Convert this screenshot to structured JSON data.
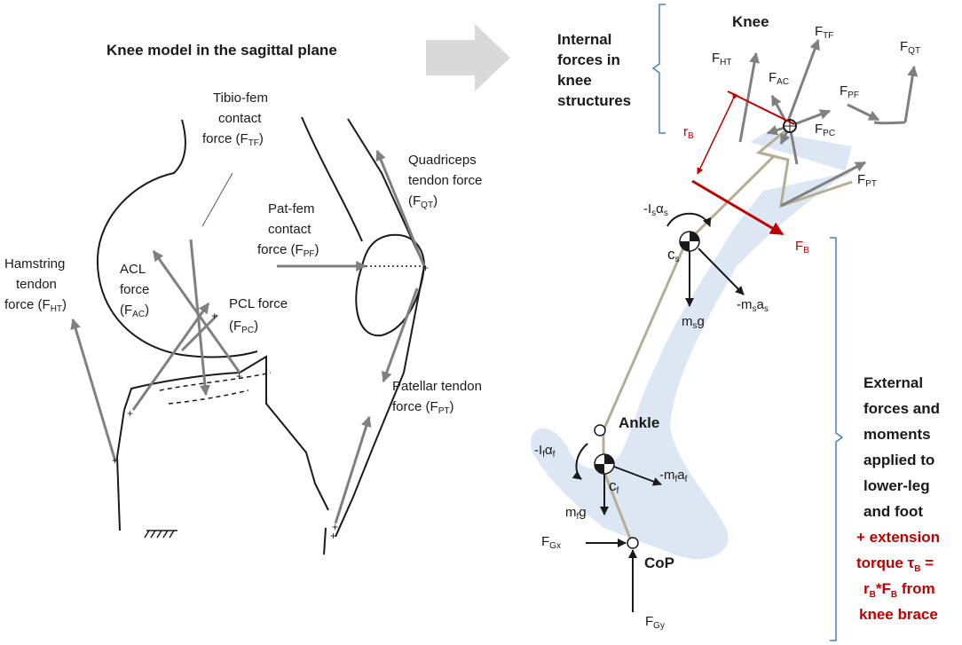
{
  "colors": {
    "red": "#c00000",
    "gray": "#808080",
    "blue": "#4a7fc1",
    "leg": "#dde7f3",
    "axis": "#b5ae95"
  },
  "left": {
    "title": "Knee model in the sagittal plane",
    "tf": {
      "l1": "Tibio-fem",
      "l2": "contact",
      "l3": "force (F",
      "sub": "TF",
      "close": ")"
    },
    "qt": {
      "l1": "Quadriceps",
      "l2": "tendon force",
      "l3": "(F",
      "sub": "QT",
      "close": ")"
    },
    "pf": {
      "l1": "Pat-fem",
      "l2": "contact",
      "l3": "force (F",
      "sub": "PF",
      "close": ")"
    },
    "ht": {
      "l1": "Hamstring",
      "l2": "tendon",
      "l3": "force (F",
      "sub": "HT",
      "close": ")"
    },
    "acl": {
      "l1": "ACL",
      "l2": "force",
      "l3": "(F",
      "sub": "AC",
      "close": ")"
    },
    "pcl": {
      "l1": "PCL force",
      "l3": "(F",
      "sub": "PC",
      "close": ")"
    },
    "pt": {
      "l1": "Patellar tendon",
      "l3": "force (F",
      "sub": "PT",
      "close": ")"
    }
  },
  "right": {
    "internal": [
      "Internal",
      "forces in",
      "knee",
      "structures"
    ],
    "knee": "Knee",
    "ankle": "Ankle",
    "cop": "CoP",
    "external": [
      "External",
      "forces and",
      "moments",
      "applied to",
      "lower-leg",
      "and foot"
    ],
    "brace": {
      "l1": "+ extension",
      "l2a": "torque τ",
      "l2sub": "B",
      "l2b": " =",
      "l3a": "r",
      "l3sub1": "B",
      "l3b": "*F",
      "l3sub2": "B",
      "l3c": " from",
      "l4": "knee brace"
    },
    "forces": {
      "ftf": {
        "m": "F",
        "s": "TF"
      },
      "fht": {
        "m": "F",
        "s": "HT"
      },
      "fqt": {
        "m": "F",
        "s": "QT"
      },
      "fac": {
        "m": "F",
        "s": "AC"
      },
      "fpf": {
        "m": "F",
        "s": "PF"
      },
      "fpc": {
        "m": "F",
        "s": "PC"
      },
      "fpt": {
        "m": "F",
        "s": "PT"
      },
      "rb": {
        "m": "r",
        "s": "B"
      },
      "fb": {
        "m": "F",
        "s": "B"
      },
      "fgx": {
        "m": "F",
        "s": "Gx"
      },
      "fgy": {
        "m": "F",
        "s": "Gy"
      }
    },
    "shank": {
      "inertia_pre": "-I",
      "inertia_s1": "s",
      "inertia_mid": "α",
      "inertia_s2": "s",
      "c": "c",
      "c_s": "s",
      "mg": "m",
      "mg_s": "s",
      "mg_g": "g",
      "ma": "-m",
      "ma_s": "s",
      "ma_a": "a",
      "ma_s2": "s"
    },
    "foot": {
      "inertia_pre": "-I",
      "inertia_s1": "f",
      "inertia_mid": "α",
      "inertia_s2": "f",
      "c": "c",
      "c_s": "f",
      "mg": "m",
      "mg_s": "f",
      "mg_g": "g",
      "ma": "-m",
      "ma_s": "f",
      "ma_a": "a",
      "ma_s2": "f"
    }
  }
}
